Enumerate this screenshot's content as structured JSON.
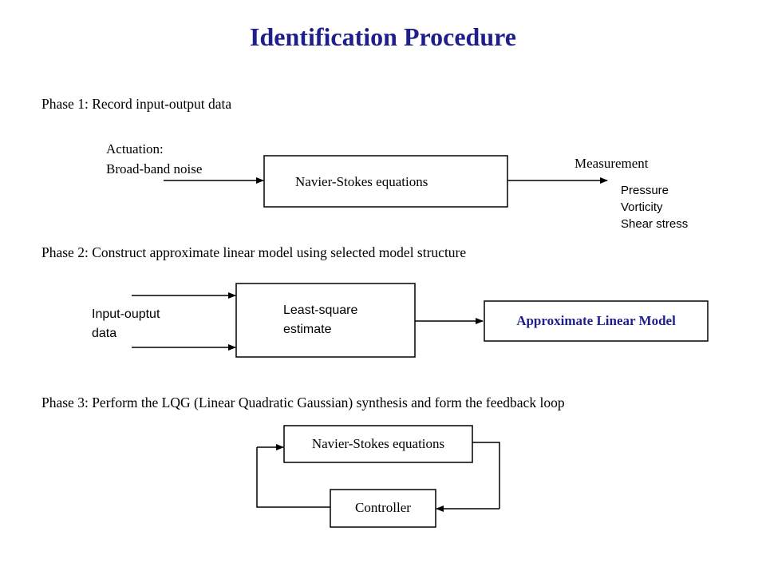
{
  "title": "Identification Procedure",
  "phase1": {
    "heading": "Phase 1: Record input-output data",
    "actuation_line1": "Actuation:",
    "actuation_line2": "Broad-band noise",
    "block": "Navier-Stokes equations",
    "measurement": "Measurement",
    "outputs": [
      "Pressure",
      "Vorticity",
      "Shear stress"
    ]
  },
  "phase2": {
    "heading": "Phase 2: Construct approximate linear model using selected model structure",
    "input_line1": "Input-ouptut",
    "input_line2": "data",
    "block_line1": "Least-square",
    "block_line2": "estimate",
    "model": "Approximate Linear Model"
  },
  "phase3": {
    "heading": "Phase 3: Perform the LQG (Linear Quadratic Gaussian) synthesis and form the feedback loop",
    "plant": "Navier-Stokes equations",
    "controller": "Controller"
  }
}
